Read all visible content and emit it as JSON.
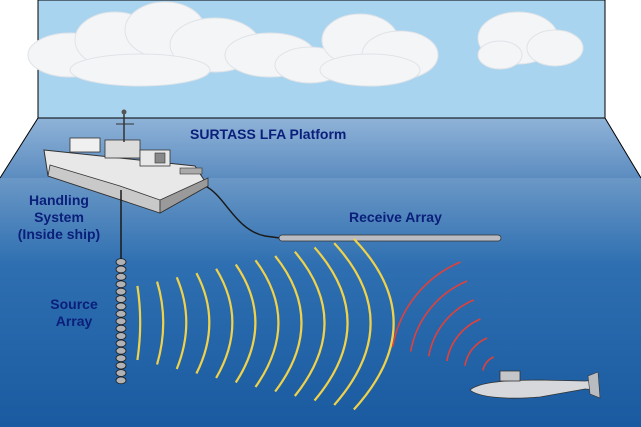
{
  "labels": {
    "platform": "SURTASS LFA Platform",
    "handling_line1": "Handling",
    "handling_line2": "System",
    "handling_line3": "(Inside ship)",
    "receive_array": "Receive Array",
    "source_line1": "Source",
    "source_line2": "Array"
  },
  "colors": {
    "sky": "#a9d4ef",
    "sea_surface": "#5f8fbf",
    "sea_deep": "#1b5fa6",
    "label_text": "#0a1e7a",
    "sound_waves": "#f0d24a",
    "echo_waves": "#e0413a",
    "frame": "#000000"
  },
  "icons": {
    "ship": "surveillance-ship-icon",
    "submarine": "submarine-icon",
    "clouds": "cloud-icon"
  }
}
